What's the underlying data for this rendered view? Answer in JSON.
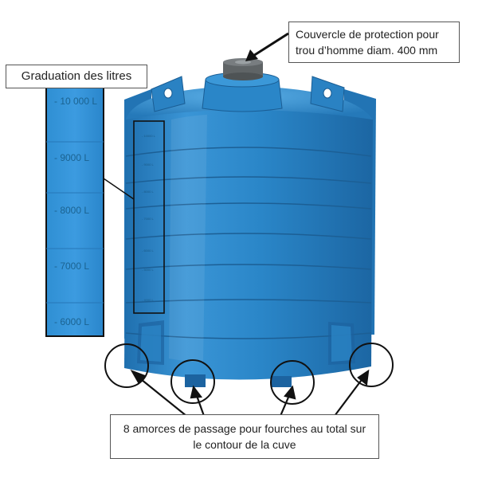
{
  "callouts": {
    "lid": {
      "line1": "Couvercle de protection pour",
      "line2": "trou d’homme diam. 400 mm"
    },
    "graduation_title": "Graduation des litres",
    "forklift": {
      "line1": "8 amorces de passage pour fourches au total sur",
      "line2": "le contour de la cuve"
    }
  },
  "graduation_labels": [
    "- 10 000 L",
    "- 9000 L",
    "- 8000 L",
    "- 7000 L",
    "- 6000 L"
  ],
  "colors": {
    "tank_blue": "#2a86c8",
    "tank_dark": "#1d6aa8",
    "tank_light": "#4aa3de",
    "lid_gray": "#5f6466",
    "outline": "#111111"
  }
}
